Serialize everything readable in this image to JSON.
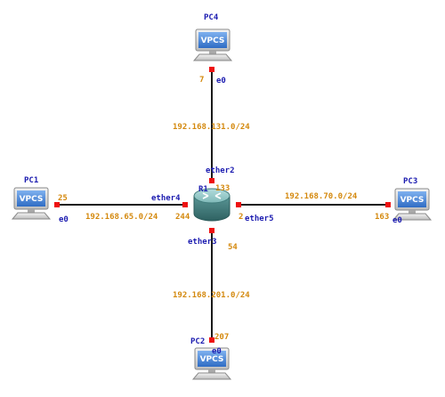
{
  "topology": {
    "router": {
      "label": "R1"
    },
    "pcs": {
      "pc1": {
        "label": "PC1",
        "screen_text": "VPCS",
        "iface": "e0",
        "host": "25"
      },
      "pc2": {
        "label": "PC2",
        "screen_text": "VPCS",
        "iface": "e0",
        "host": "207"
      },
      "pc3": {
        "label": "PC3",
        "screen_text": "VPCS",
        "iface": "e0",
        "host": "163"
      },
      "pc4": {
        "label": "PC4",
        "screen_text": "VPCS",
        "iface": "e0",
        "host": "7"
      }
    },
    "router_ports": {
      "to_pc4": {
        "iface": "ether2",
        "host": "133"
      },
      "to_pc1": {
        "iface": "ether4",
        "host": "244"
      },
      "to_pc3": {
        "iface": "ether5",
        "host": "2"
      },
      "to_pc2": {
        "iface": "ether3",
        "host": "54"
      }
    },
    "networks": {
      "north": "192.168.131.0/24",
      "west": "192.168.65.0/24",
      "east": "192.168.70.0/24",
      "south": "192.168.201.0/24"
    }
  },
  "colors": {
    "link": "#1a1a1a",
    "port": "#ee1111",
    "node_label": "#1c1cb0",
    "address_label": "#d4890e",
    "pc_screen": "#3a7bd5"
  },
  "icons": {
    "pc": "desktop-computer-icon",
    "router": "router-icon"
  }
}
